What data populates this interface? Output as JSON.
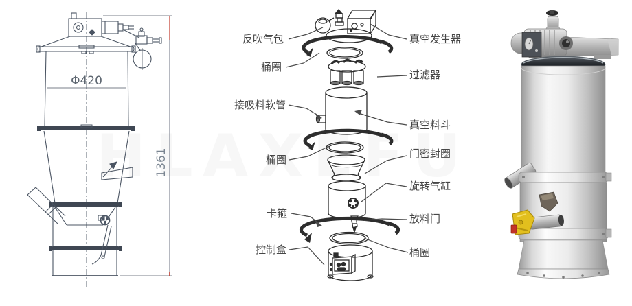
{
  "page": {
    "background": "#ffffff"
  },
  "watermark": "HLAXEFU",
  "tech_drawing": {
    "diameter_label": "Φ420",
    "height_label": "1361"
  },
  "exploded_view": {
    "left_labels": [
      "反吹气包",
      "桶圈",
      "接吸料软管",
      "桶圈",
      "卡箍",
      "控制盒"
    ],
    "right_labels": [
      "真空发生器",
      "过滤器",
      "真空料斗",
      "门密封圈",
      "旋转气缸",
      "放料门",
      "桶圈"
    ]
  },
  "colors": {
    "drawing_line": "#4b5563",
    "exploded_line": "#2d2d2d",
    "label_text": "#474747",
    "dimension_red": "#c0392b",
    "valve_yellow": "#e2bf1e",
    "tag_red": "#c23327",
    "steel_light": "#f7f7f7",
    "steel_dark": "#8f8f8f"
  }
}
